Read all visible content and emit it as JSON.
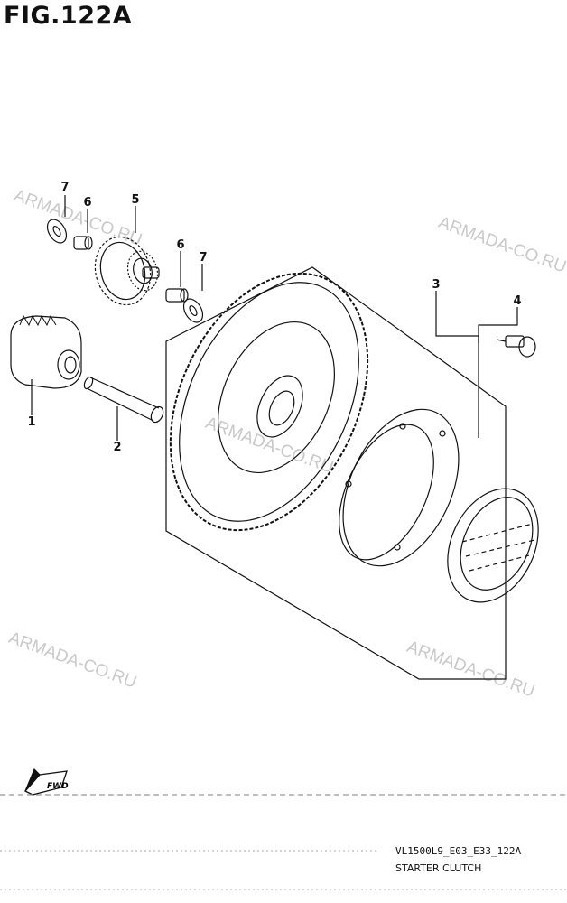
{
  "figure": {
    "title": "FIG.122A",
    "code": "VL1500L9_E03_E33_122A",
    "caption": "STARTER CLUTCH",
    "fwd_label": "FWD"
  },
  "watermark": "ARMADA-CO.RU",
  "callouts": [
    "1",
    "2",
    "3",
    "4",
    "5",
    "6",
    "6",
    "7",
    "7"
  ]
}
